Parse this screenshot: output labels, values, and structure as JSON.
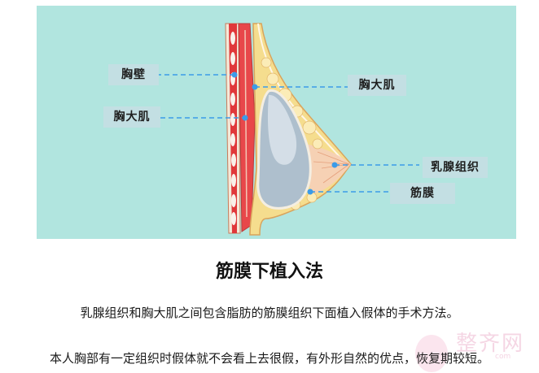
{
  "diagram": {
    "background_color": "#b1e5df",
    "labels": [
      {
        "id": "chest_wall",
        "text": "胸壁"
      },
      {
        "id": "pectoralis_major_left",
        "text": "胸大肌"
      },
      {
        "id": "pectoralis_major_right",
        "text": "胸大肌"
      },
      {
        "id": "mammary_gland",
        "text": "乳腺组织"
      },
      {
        "id": "fascia",
        "text": "筋膜"
      }
    ],
    "pointer_color": "#3b9be8"
  },
  "article": {
    "title": "筋膜下植入法",
    "paragraphs": [
      "乳腺组织和胸大肌之间包含脂肪的筋膜组织下面植入假体的手术方法。",
      "本人胸部有一定组织时假体就不会看上去很假，有外形自然的优点，恢复期较短。"
    ]
  },
  "watermark": {
    "text": "整齐网",
    "sub": "com"
  }
}
